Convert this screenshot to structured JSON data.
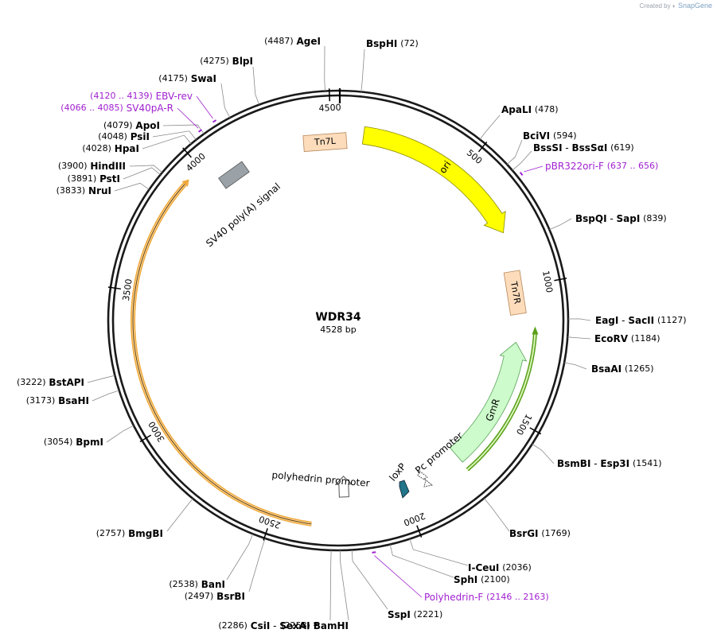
{
  "credit": {
    "prefix": "Created by",
    "brand": "SnapGene"
  },
  "plasmid": {
    "name": "WDR34",
    "size_label": "4528 bp",
    "length": 4528
  },
  "ticks": [
    "500",
    "1000",
    "1500",
    "2000",
    "2500",
    "3000",
    "3500",
    "4000",
    "4500"
  ],
  "sites": [
    {
      "name": "AgeI",
      "pos": "(4487)",
      "label_side": "left"
    },
    {
      "name": "BspHI",
      "pos": "(72)",
      "label_side": "right"
    },
    {
      "name": "BlpI",
      "pos": "(4275)",
      "label_side": "left"
    },
    {
      "name": "SwaI",
      "pos": "(4175)",
      "label_side": "left"
    },
    {
      "name": "ApaLI",
      "pos": "(478)",
      "label_side": "right"
    },
    {
      "name": "BciVI",
      "pos": "(594)",
      "label_side": "right"
    },
    {
      "name": "BssSI",
      "partner": "BssSαI",
      "pos": "(619)",
      "label_side": "right"
    },
    {
      "name": "ApoI",
      "pos": "(4079)",
      "label_side": "left"
    },
    {
      "name": "PsiI",
      "pos": "(4048)",
      "label_side": "left"
    },
    {
      "name": "HpaI",
      "pos": "(4028)",
      "label_side": "left"
    },
    {
      "name": "HindIII",
      "pos": "(3900)",
      "label_side": "left"
    },
    {
      "name": "PstI",
      "pos": "(3891)",
      "label_side": "left"
    },
    {
      "name": "NruI",
      "pos": "(3833)",
      "label_side": "left"
    },
    {
      "name": "BspQI",
      "partner": "SapI",
      "pos": "(839)",
      "label_side": "right"
    },
    {
      "name": "EagI",
      "partner": "SacII",
      "pos": "(1127)",
      "label_side": "right"
    },
    {
      "name": "EcoRV",
      "pos": "(1184)",
      "label_side": "right"
    },
    {
      "name": "BsaAI",
      "pos": "(1265)",
      "label_side": "right"
    },
    {
      "name": "BstAPI",
      "pos": "(3222)",
      "label_side": "left"
    },
    {
      "name": "BsaHI",
      "pos": "(3173)",
      "label_side": "left"
    },
    {
      "name": "BpmI",
      "pos": "(3054)",
      "label_side": "left"
    },
    {
      "name": "BsmBI",
      "partner": "Esp3I",
      "pos": "(1541)",
      "label_side": "right"
    },
    {
      "name": "BmgBI",
      "pos": "(2757)",
      "label_side": "left"
    },
    {
      "name": "BsrGI",
      "pos": "(1769)",
      "label_side": "right"
    },
    {
      "name": "I-CeuI",
      "pos": "(2036)",
      "label_side": "right"
    },
    {
      "name": "SphI",
      "pos": "(2100)",
      "label_side": "right"
    },
    {
      "name": "BanI",
      "pos": "(2538)",
      "label_side": "left"
    },
    {
      "name": "BsrBI",
      "pos": "(2497)",
      "label_side": "left"
    },
    {
      "name": "SspI",
      "pos": "(2221)",
      "label_side": "right"
    },
    {
      "name": "CsiI",
      "partner": "SexAI *",
      "pos": "(2286)",
      "label_side": "left"
    },
    {
      "name": "BamHI",
      "pos": "(2258)",
      "label_side": "left"
    }
  ],
  "primers": [
    {
      "name": "EBV-rev",
      "range": "(4120 .. 4139)",
      "label_side": "left"
    },
    {
      "name": "SV40pA-R",
      "range": "(4066 .. 4085)",
      "label_side": "left"
    },
    {
      "name": "pBR322ori-F",
      "range": "(637 .. 656)",
      "label_side": "right"
    },
    {
      "name": "Polyhedrin-F",
      "range": "(2146 .. 2163)",
      "label_side": "right"
    }
  ],
  "features": [
    {
      "name": "ori",
      "color": "#ffff00",
      "type": "origin"
    },
    {
      "name": "Tn7L",
      "color": "#fddcbb",
      "type": "misc"
    },
    {
      "name": "Tn7R",
      "color": "#fddcbb",
      "type": "misc"
    },
    {
      "name": "GmR",
      "color": "#cdfbcb",
      "type": "cds"
    },
    {
      "name": "SV40 poly(A) signal",
      "color": "#9aa2a8",
      "type": "polyA"
    },
    {
      "name": "polyhedrin promoter",
      "color": "#ffffff",
      "type": "promoter"
    },
    {
      "name": "Pc promoter",
      "color": "#ffffff",
      "type": "promoter"
    },
    {
      "name": "loxP",
      "color": "#22758a",
      "type": "protein_bind"
    }
  ],
  "colors": {
    "site_text": "#000000",
    "primer": "#a020d0",
    "backbone": "#1a1a1a",
    "orf_outline": "#f0a93a",
    "orf_fill": "#f7d9a6",
    "gmr_orf": "#5a9f1a"
  }
}
